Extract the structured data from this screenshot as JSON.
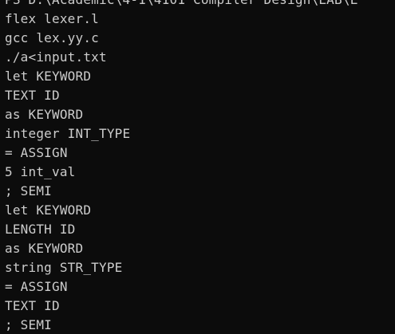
{
  "terminal": {
    "lines": [
      "PS D:\\Academic\\4-1\\4101 Compiler Design\\LAB\\L",
      "flex lexer.l",
      "gcc lex.yy.c",
      "./a<input.txt",
      "let KEYWORD",
      "TEXT ID",
      "as KEYWORD",
      "integer INT_TYPE",
      "= ASSIGN",
      "5 int_val",
      "; SEMI",
      "let KEYWORD",
      "LENGTH ID",
      "as KEYWORD",
      "string STR_TYPE",
      "= ASSIGN",
      "TEXT ID",
      "; SEMI"
    ]
  },
  "colors": {
    "background": "#0c0c0c",
    "foreground": "#cccccc"
  }
}
